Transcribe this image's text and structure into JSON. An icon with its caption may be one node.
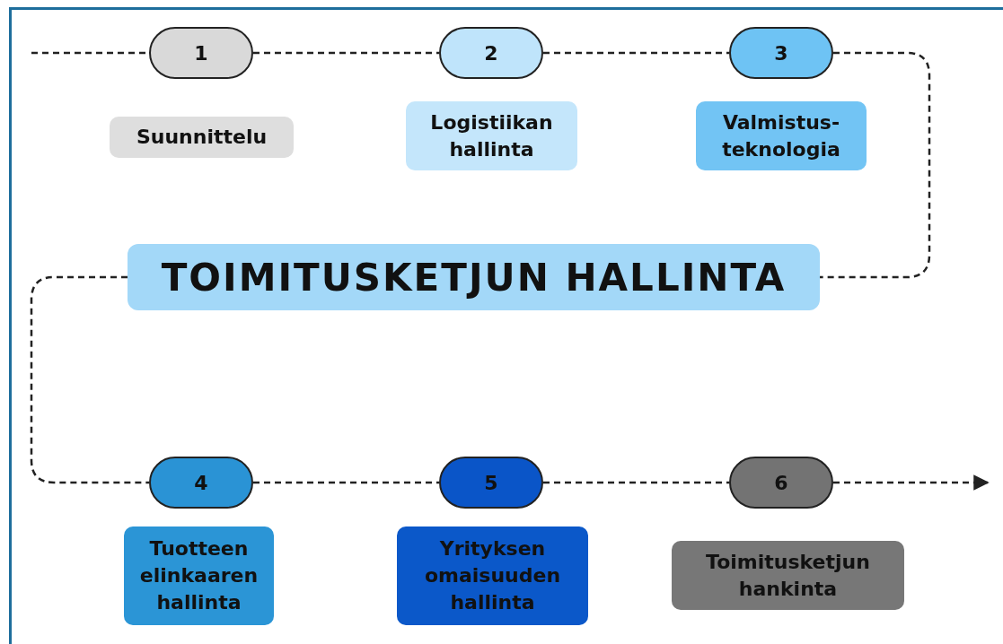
{
  "diagram": {
    "nodes": [
      {
        "text": [
          "1"
        ]
      },
      {
        "text": [
          "Suunnittelu"
        ]
      },
      {
        "text": [
          "2"
        ]
      },
      {
        "text": [
          "Logistiikan hallinta"
        ]
      },
      {
        "text": [
          "3"
        ]
      },
      {
        "text": [
          "Valmistus- teknologia"
        ]
      },
      {
        "text": [
          "TOIMITUSKETJUN HALLINTA"
        ]
      },
      {
        "text": [
          "4"
        ]
      },
      {
        "text": [
          "Tuotteen elinkaaren hallinta"
        ]
      },
      {
        "text": [
          "5"
        ]
      },
      {
        "text": [
          "Yrityksen omaisuuden hallinta"
        ]
      },
      {
        "text": [
          "6"
        ]
      },
      {
        "text": [
          "Toimitusketjun hankinta"
        ]
      }
    ],
    "edges": [
      {
        "from": null,
        "to": 0,
        "arrow": "none",
        "style": "dashed"
      },
      {
        "from": 0,
        "to": 2,
        "arrow": "none",
        "style": "dashed"
      },
      {
        "from": 2,
        "to": 4,
        "arrow": "none",
        "style": "dashed"
      },
      {
        "from": 4,
        "to": 6,
        "arrow": "none",
        "style": "dashed"
      },
      {
        "from": 6,
        "to": 7,
        "arrow": "none",
        "style": "dashed"
      },
      {
        "from": 7,
        "to": 9,
        "arrow": "none",
        "style": "dashed"
      },
      {
        "from": 9,
        "to": 11,
        "arrow": "none",
        "style": "dashed"
      },
      {
        "from": 11,
        "to": null,
        "arrow": "to",
        "style": "dashed"
      }
    ]
  }
}
